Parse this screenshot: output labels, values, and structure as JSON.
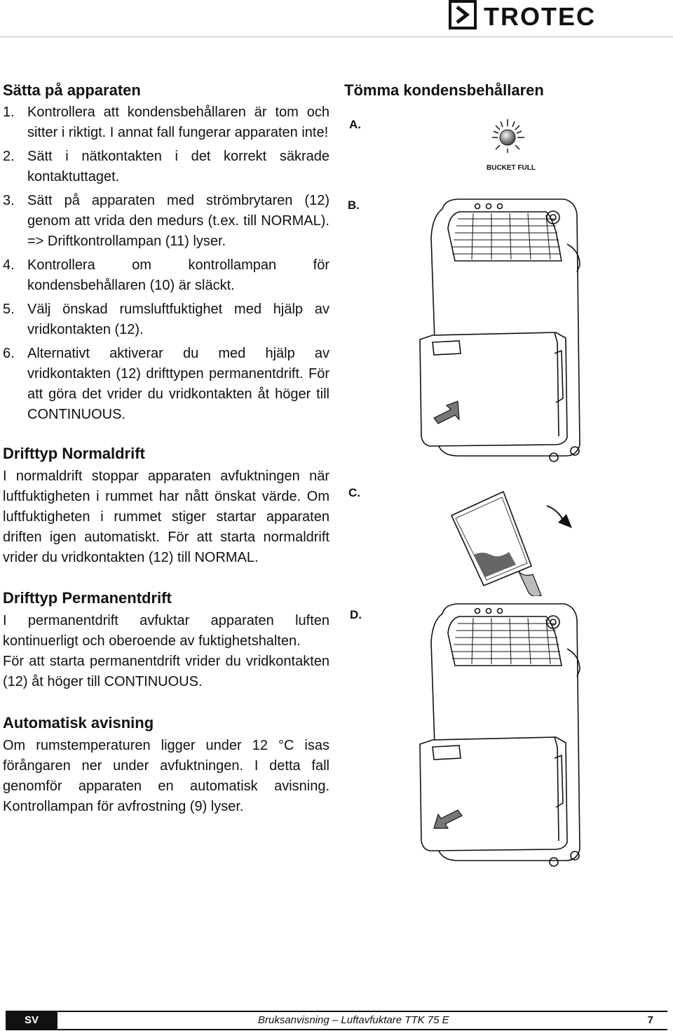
{
  "header": {
    "brand": "TROTEC"
  },
  "left": {
    "start": {
      "title": "Sätta på apparaten",
      "steps": [
        {
          "num": "1.",
          "text": "Kontrollera att kondensbehållaren är tom och sitter i riktigt. I annat fall fungerar apparaten inte!"
        },
        {
          "num": "2.",
          "text": "Sätt i nätkontakten i det korrekt säkrade kontaktuttaget."
        },
        {
          "num": "3.",
          "text": "Sätt på apparaten med strömbrytaren (12) genom att vrida den medurs (t.ex. till NORMAL). => Driftkontrollampan (11) lyser."
        },
        {
          "num": "4.",
          "text": "Kontrollera om kontrollampan för kondensbehållaren (10) är släckt."
        },
        {
          "num": "5.",
          "text": "Välj önskad rumsluftfuktighet med hjälp av vridkontakten (12)."
        },
        {
          "num": "6.",
          "text": "Alternativt aktiverar du med hjälp av vridkontakten (12) drifttypen permanentdrift. För att göra det vrider du vridkontakten åt höger till CONTINUOUS."
        }
      ]
    },
    "normal": {
      "title": "Drifttyp Normaldrift",
      "text": "I normaldrift stoppar apparaten avfuktningen när luftfuktigheten i rummet har nått önskat värde. Om luftfuktigheten i rummet stiger startar apparaten driften igen automatiskt. För att starta normaldrift vrider du vridkontakten (12) till NORMAL."
    },
    "permanent": {
      "title": "Drifttyp Permanentdrift",
      "text1": "I permanentdrift avfuktar apparaten luften kontinuerligt och oberoende av fuktighetshalten.",
      "text2": "För att starta permanentdrift vrider du vridkontakten (12) åt höger till CONTINUOUS."
    },
    "defrost": {
      "title": "Automatisk avisning",
      "text": "Om rumstemperaturen ligger under 12 °C isas förångaren ner under avfuktningen. I detta fall genomför apparaten en automatisk avisning. Kontrollampan för avfrostning (9) lyser."
    }
  },
  "right": {
    "title": "Tömma kondensbehållaren",
    "labels": {
      "a": "A.",
      "b": "B.",
      "c": "C.",
      "d": "D."
    },
    "bucket_full": "BUCKET FULL"
  },
  "footer": {
    "lang": "SV",
    "doc": "Bruksanvisning – Luftavfuktare TTK 75 E",
    "page": "7"
  }
}
